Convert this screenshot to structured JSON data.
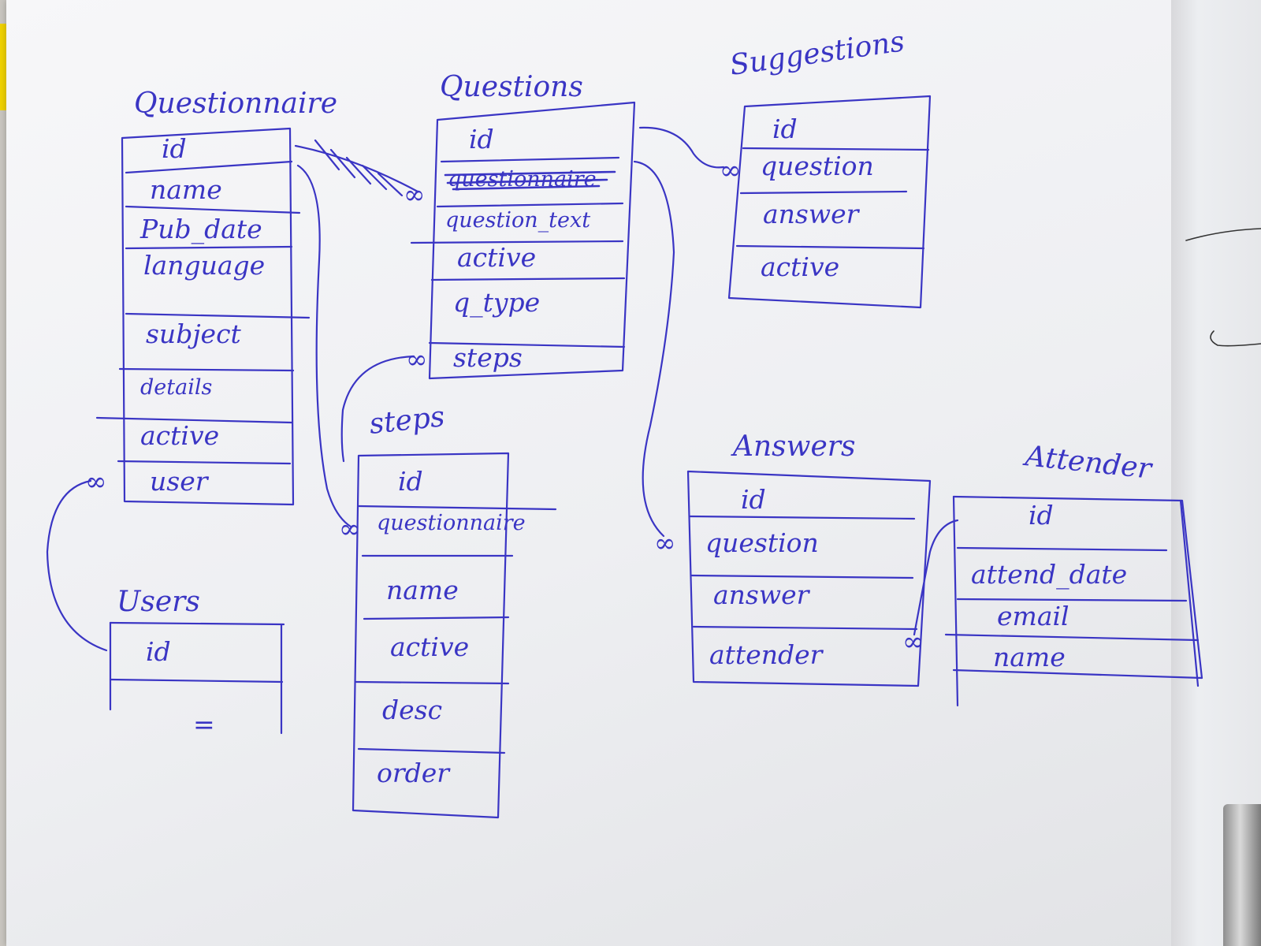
{
  "tables": {
    "questionnaire": {
      "title": "Questionnaire",
      "fields": [
        "id",
        "name",
        "Pub_date",
        "language",
        "subject",
        "details",
        "active",
        "user"
      ]
    },
    "questions": {
      "title": "Questions",
      "fields": [
        "id",
        "questionnaire",
        "question_text",
        "active",
        "q_type",
        "steps"
      ]
    },
    "suggestions": {
      "title": "Suggestions",
      "fields": [
        "id",
        "question",
        "answer",
        "active"
      ]
    },
    "steps": {
      "title": "steps",
      "fields": [
        "id",
        "questionnaire",
        "name",
        "active",
        "desc",
        "order"
      ]
    },
    "users": {
      "title": "Users",
      "fields": [
        "id",
        "="
      ]
    },
    "answers": {
      "title": "Answers",
      "fields": [
        "id",
        "question",
        "answer",
        "attender"
      ]
    },
    "attender": {
      "title": "Attender",
      "fields": [
        "id",
        "attend_date",
        "email",
        "name"
      ]
    }
  },
  "relation_symbol": "∞",
  "colors": {
    "ink": "#3a35c4",
    "paper": "#f4f4f6",
    "pen_tip": "#ff6a2a"
  }
}
